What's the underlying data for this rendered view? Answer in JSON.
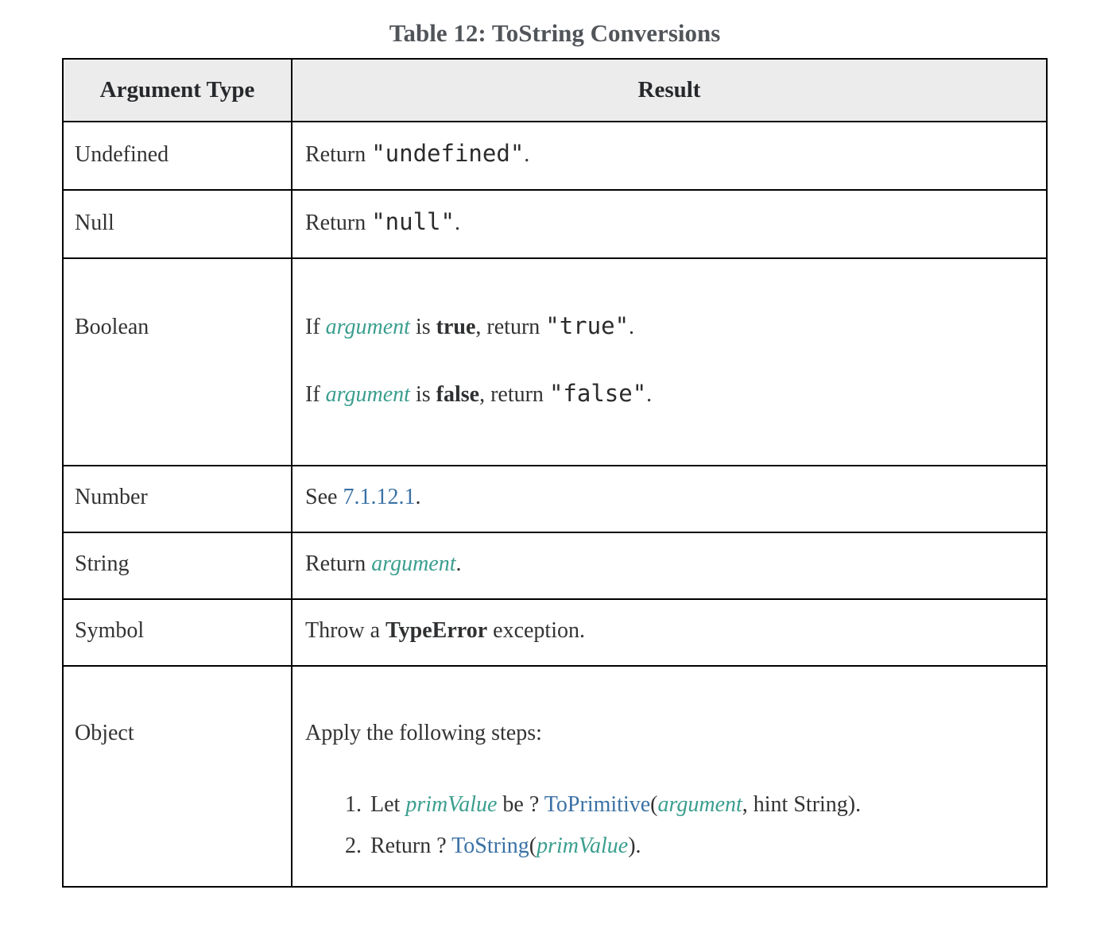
{
  "caption": "Table 12: ToString Conversions",
  "colors": {
    "body_text": "#333333",
    "caption_text": "#51555a",
    "header_bg": "#ececec",
    "border": "#000000",
    "variable": "#3a9e8e",
    "link": "#3a71a5",
    "code": "#2b2b2b"
  },
  "table": {
    "headers": [
      "Argument Type",
      "Result"
    ],
    "rows": [
      {
        "type": "Undefined",
        "paragraphs": [
          [
            {
              "t": "Return ",
              "s": "plain"
            },
            {
              "t": "\"undefined\"",
              "s": "code"
            },
            {
              "t": ".",
              "s": "plain"
            }
          ]
        ]
      },
      {
        "type": "Null",
        "paragraphs": [
          [
            {
              "t": "Return ",
              "s": "plain"
            },
            {
              "t": "\"null\"",
              "s": "code"
            },
            {
              "t": ".",
              "s": "plain"
            }
          ]
        ]
      },
      {
        "type": "Boolean",
        "paragraphs": [
          [
            {
              "t": "If ",
              "s": "plain"
            },
            {
              "t": "argument",
              "s": "var"
            },
            {
              "t": " is ",
              "s": "plain"
            },
            {
              "t": "true",
              "s": "bold"
            },
            {
              "t": ", return ",
              "s": "plain"
            },
            {
              "t": "\"true\"",
              "s": "code"
            },
            {
              "t": ".",
              "s": "plain"
            }
          ],
          [
            {
              "t": "If ",
              "s": "plain"
            },
            {
              "t": "argument",
              "s": "var"
            },
            {
              "t": " is ",
              "s": "plain"
            },
            {
              "t": "false",
              "s": "bold"
            },
            {
              "t": ", return ",
              "s": "plain"
            },
            {
              "t": "\"false\"",
              "s": "code"
            },
            {
              "t": ".",
              "s": "plain"
            }
          ]
        ]
      },
      {
        "type": "Number",
        "paragraphs": [
          [
            {
              "t": "See ",
              "s": "plain"
            },
            {
              "t": "7.1.12.1",
              "s": "link"
            },
            {
              "t": ".",
              "s": "plain"
            }
          ]
        ]
      },
      {
        "type": "String",
        "paragraphs": [
          [
            {
              "t": "Return ",
              "s": "plain"
            },
            {
              "t": "argument",
              "s": "var"
            },
            {
              "t": ".",
              "s": "plain"
            }
          ]
        ]
      },
      {
        "type": "Symbol",
        "paragraphs": [
          [
            {
              "t": "Throw a ",
              "s": "plain"
            },
            {
              "t": "TypeError",
              "s": "bold"
            },
            {
              "t": " exception.",
              "s": "plain"
            }
          ]
        ]
      },
      {
        "type": "Object",
        "paragraphs": [
          [
            {
              "t": "Apply the following steps:",
              "s": "plain"
            }
          ]
        ],
        "steps": [
          [
            {
              "t": "Let ",
              "s": "plain"
            },
            {
              "t": "primValue",
              "s": "var"
            },
            {
              "t": " be ? ",
              "s": "plain"
            },
            {
              "t": "ToPrimitive",
              "s": "link"
            },
            {
              "t": "(",
              "s": "plain"
            },
            {
              "t": "argument",
              "s": "var"
            },
            {
              "t": ", hint String).",
              "s": "plain"
            }
          ],
          [
            {
              "t": "Return ? ",
              "s": "plain"
            },
            {
              "t": "ToString",
              "s": "link"
            },
            {
              "t": "(",
              "s": "plain"
            },
            {
              "t": "primValue",
              "s": "var"
            },
            {
              "t": ").",
              "s": "plain"
            }
          ]
        ]
      }
    ]
  }
}
